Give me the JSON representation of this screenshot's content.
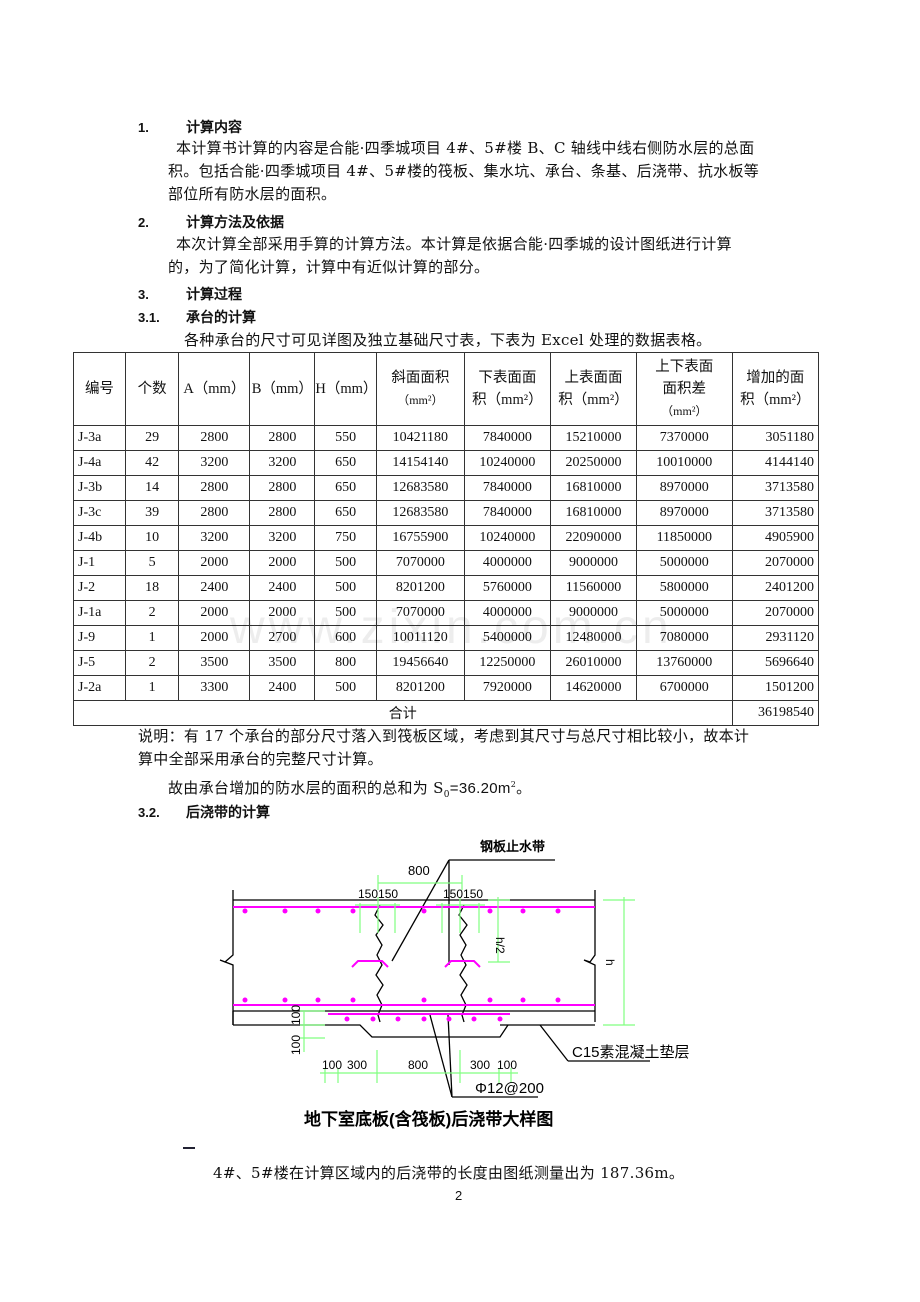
{
  "sections": {
    "s1": {
      "number": "1.",
      "title": "计算内容",
      "para_lines": [
        "本计算书计算的内容是合能·四季城项目 4#、5#楼 B、C 轴线中线右侧防水层的总面",
        "积。包括合能·四季城项目 4#、5#楼的筏板、集水坑、承台、条基、后浇带、抗水板等",
        "部位所有防水层的面积。"
      ]
    },
    "s2": {
      "number": "2.",
      "title": "计算方法及依据",
      "para_lines": [
        "本次计算全部采用手算的计算方法。本计算是依据合能·四季城的设计图纸进行计算",
        "的，为了简化计算，计算中有近似计算的部分。"
      ]
    },
    "s3": {
      "number": "3.",
      "title": "计算过程"
    },
    "s31": {
      "number": "3.1.",
      "title": "承台的计算",
      "intro": "各种承台的尺寸可见详图及独立基础尺寸表，下表为 Excel 处理的数据表格。"
    },
    "s32": {
      "number": "3.2.",
      "title": "后浇带的计算"
    }
  },
  "table": {
    "headers": [
      {
        "l1": "编号"
      },
      {
        "l1": "个数"
      },
      {
        "l1": "A（mm）"
      },
      {
        "l1": "B（mm）"
      },
      {
        "l1": "H（mm）"
      },
      {
        "l1": "斜面面积",
        "l2": "（mm²）"
      },
      {
        "l1": "下表面面",
        "l2": "积（mm²）"
      },
      {
        "l1": "上表面面",
        "l2": "积（mm²）"
      },
      {
        "l1": "上下表面",
        "l2": "面积差",
        "l3": "（mm²）"
      },
      {
        "l1": "增加的面",
        "l2": "积（mm²）"
      }
    ],
    "rows": [
      [
        "J-3a",
        "29",
        "2800",
        "2800",
        "550",
        "10421180",
        "7840000",
        "15210000",
        "7370000",
        "3051180"
      ],
      [
        "J-4a",
        "42",
        "3200",
        "3200",
        "650",
        "14154140",
        "10240000",
        "20250000",
        "10010000",
        "4144140"
      ],
      [
        "J-3b",
        "14",
        "2800",
        "2800",
        "650",
        "12683580",
        "7840000",
        "16810000",
        "8970000",
        "3713580"
      ],
      [
        "J-3c",
        "39",
        "2800",
        "2800",
        "650",
        "12683580",
        "7840000",
        "16810000",
        "8970000",
        "3713580"
      ],
      [
        "J-4b",
        "10",
        "3200",
        "3200",
        "750",
        "16755900",
        "10240000",
        "22090000",
        "11850000",
        "4905900"
      ],
      [
        "J-1",
        "5",
        "2000",
        "2000",
        "500",
        "7070000",
        "4000000",
        "9000000",
        "5000000",
        "2070000"
      ],
      [
        "J-2",
        "18",
        "2400",
        "2400",
        "500",
        "8201200",
        "5760000",
        "11560000",
        "5800000",
        "2401200"
      ],
      [
        "J-1a",
        "2",
        "2000",
        "2000",
        "500",
        "7070000",
        "4000000",
        "9000000",
        "5000000",
        "2070000"
      ],
      [
        "J-9",
        "1",
        "2000",
        "2700",
        "600",
        "10011120",
        "5400000",
        "12480000",
        "7080000",
        "2931120"
      ],
      [
        "J-5",
        "2",
        "3500",
        "3500",
        "800",
        "19456640",
        "12250000",
        "26010000",
        "13760000",
        "5696640"
      ],
      [
        "J-2a",
        "1",
        "3300",
        "2400",
        "500",
        "8201200",
        "7920000",
        "14620000",
        "6700000",
        "1501200"
      ]
    ],
    "total_label": "合计",
    "total_value": "36198540"
  },
  "notes": {
    "note_line1": "说明：有 17 个承台的部分尺寸落入到筏板区域，考虑到其尺寸与总尺寸相比较小，故本计",
    "note_line2": "算中全部采用承台的完整尺寸计算。",
    "sum_prefix": "故由承台增加的防水层的面积的总和为 S",
    "sum_sub": "0",
    "sum_value": "=36.20m",
    "sum_sup": "2",
    "sum_suffix": "。"
  },
  "diagram": {
    "label_waterstop": "钢板止水带",
    "dim_800_top": "800",
    "dim_150_150_left": "150150",
    "dim_150_150_right": "150150",
    "dim_h2": "h/2",
    "dim_h": "h",
    "dim_100_a": "100",
    "dim_100_b": "100",
    "dims_bottom": [
      "100",
      "300",
      "800",
      "300",
      "100"
    ],
    "label_c15": "C15素混凝土垫层",
    "label_rebar": "Φ12@200",
    "caption": "地下室底板(含筏板)后浇带大样图",
    "colors": {
      "rebar": "#ff00ff",
      "dimension": "#80ff80",
      "line": "#000000"
    }
  },
  "post_band": {
    "text": "4#、5#楼在计算区域内的后浇带的长度由图纸测量出为 187.36m。"
  },
  "watermark": "www.zixin.com.cn",
  "page_number": "2"
}
